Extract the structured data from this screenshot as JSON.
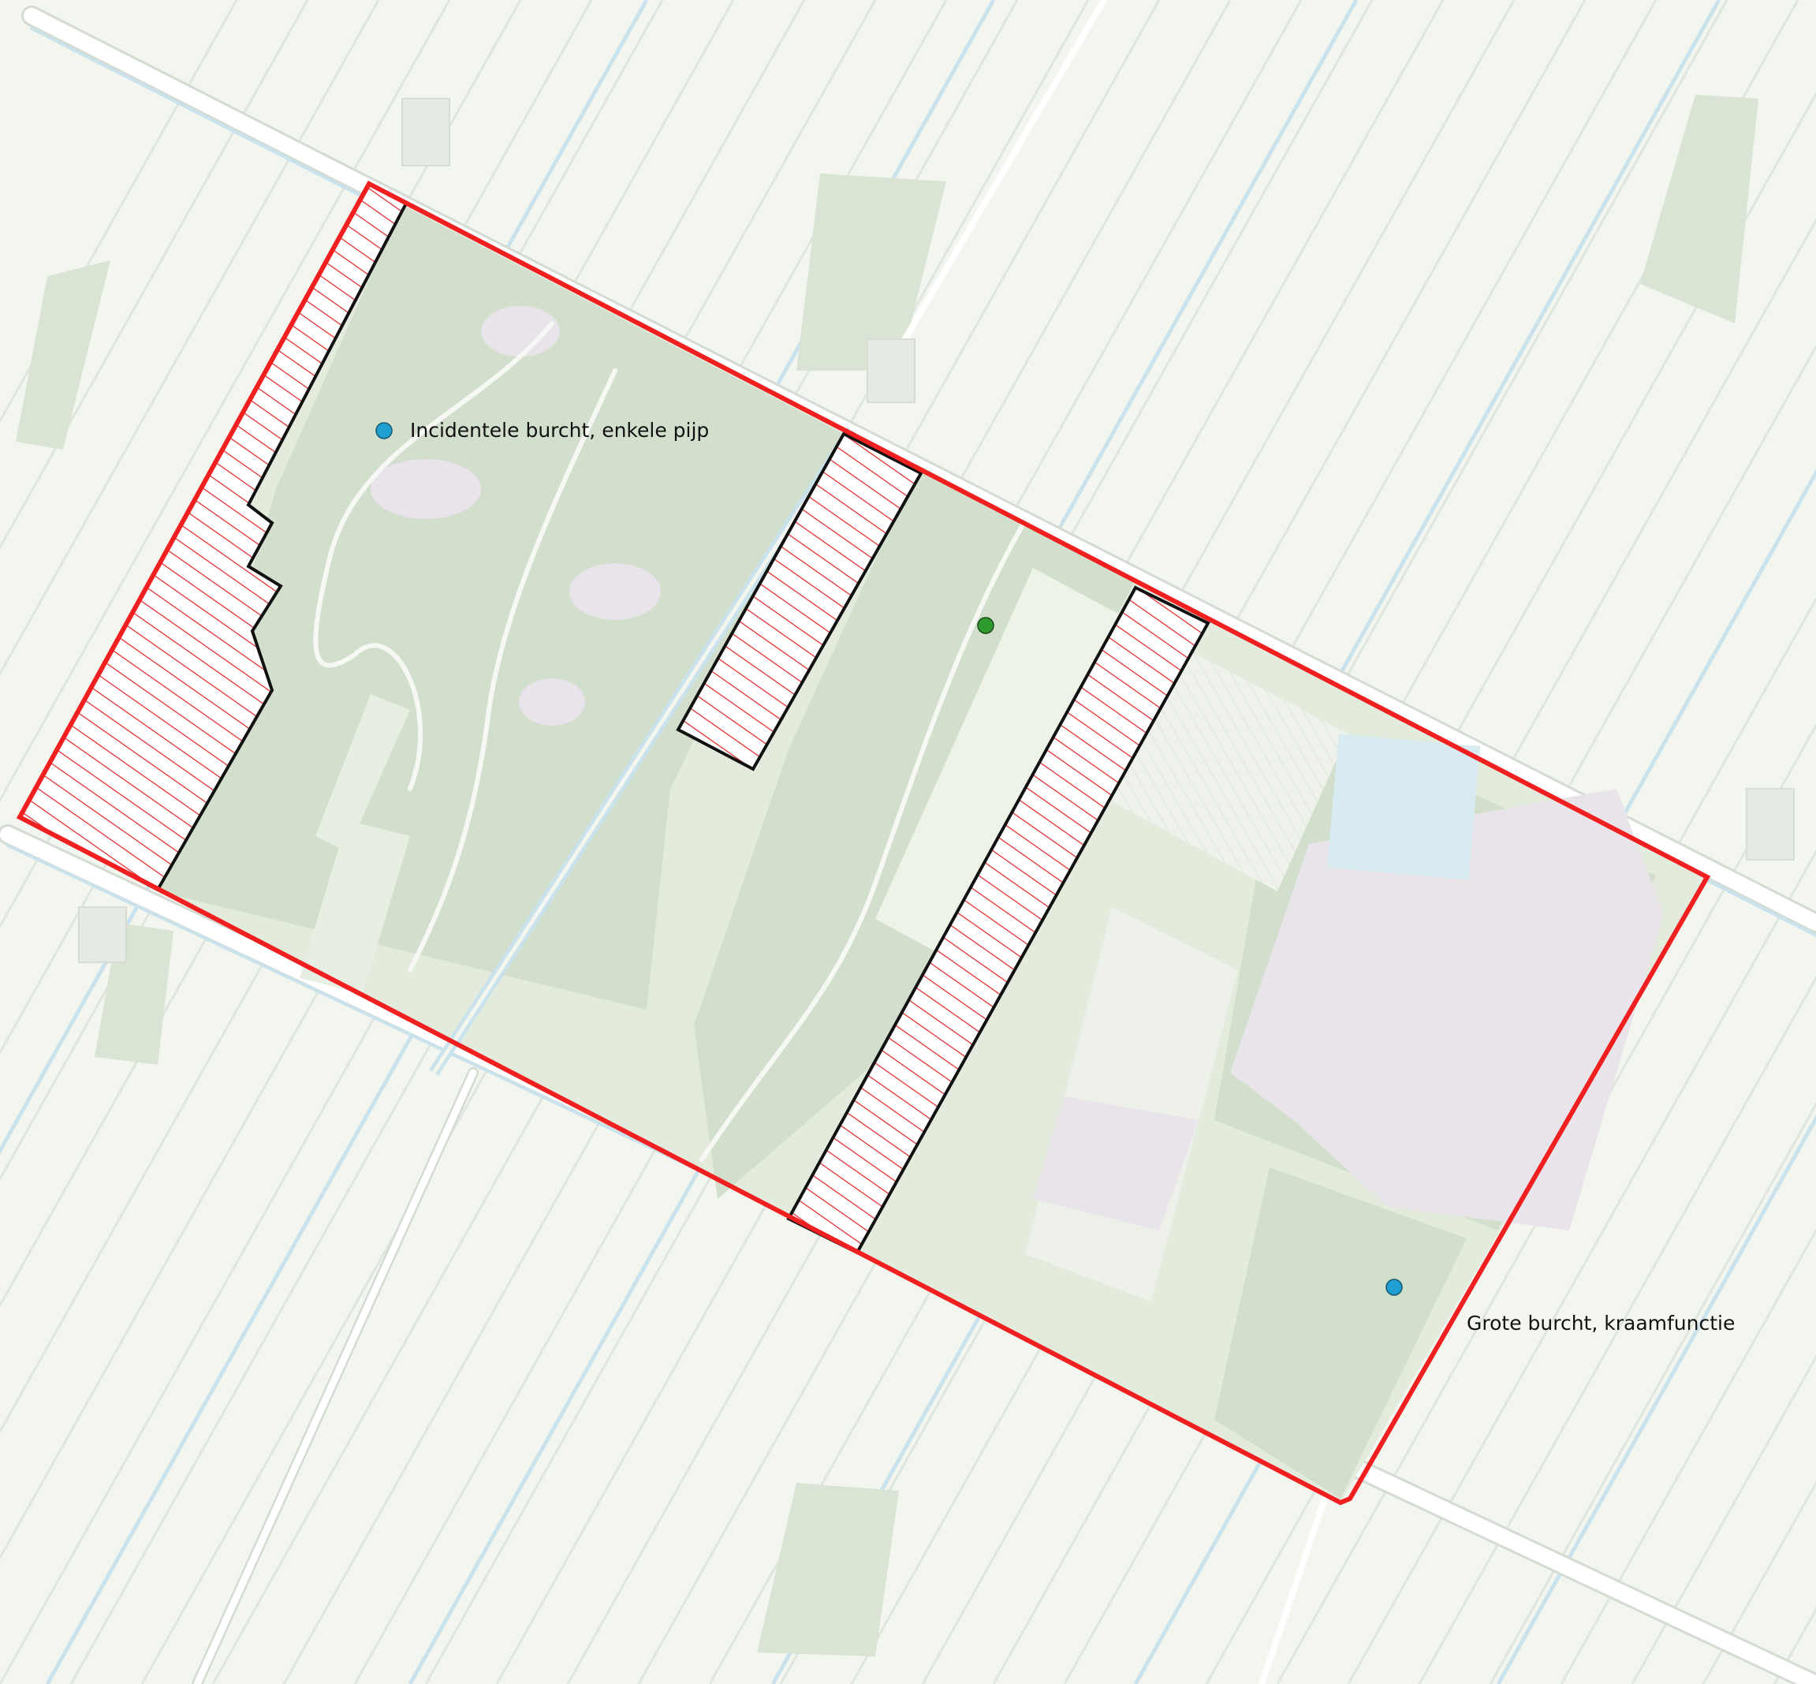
{
  "map": {
    "colors": {
      "farmland": "#f3f6ef",
      "forest": "#d9e4d4",
      "forest_dark": "#cfdcc9",
      "heath": "#e9e3ea",
      "water": "#d7ebf1",
      "ditch": "#c9e2ec",
      "road": "#ffffff",
      "road_edge": "#d4dbd3",
      "boundary": "#f02020",
      "hatch": "#e22222",
      "strip_outline": "#111111",
      "marker_blue": "#1fa0d0",
      "marker_green": "#2e9a2e"
    },
    "markers": [
      {
        "id": "marker-incidentele-burcht",
        "label": "Incidentele burcht, enkele pijp",
        "color": "#1fa0d0"
      },
      {
        "id": "marker-green",
        "label": "",
        "color": "#2e9a2e"
      },
      {
        "id": "marker-grote-burcht",
        "label": "Grote burcht, kraamfunctie",
        "color": "#1fa0d0"
      }
    ]
  }
}
